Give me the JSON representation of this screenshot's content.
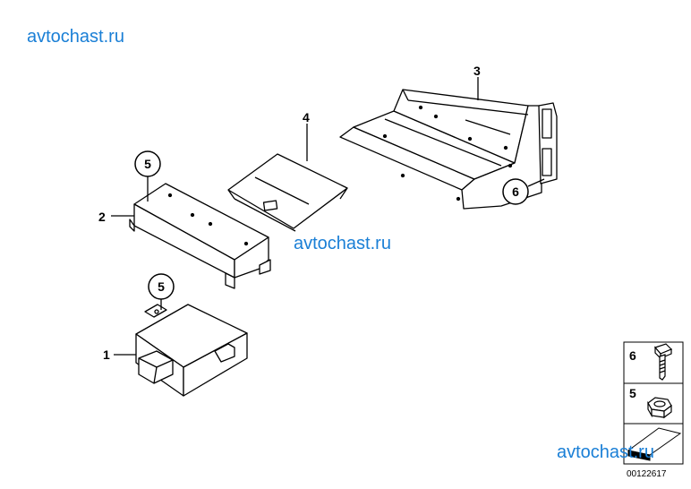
{
  "watermarks": [
    "avtochast.ru",
    "avtochast.ru",
    "avtochast.ru"
  ],
  "callouts": {
    "p1": "1",
    "p2": "2",
    "p3": "3",
    "p4": "4",
    "p5a": "5",
    "p5b": "5",
    "p6": "6"
  },
  "legend": {
    "items": [
      {
        "number": "6",
        "icon": "bolt-icon"
      },
      {
        "number": "5",
        "icon": "nut-icon"
      },
      {
        "number": "",
        "icon": "hint-arrow-icon"
      }
    ]
  },
  "diagram_number": "00122617"
}
